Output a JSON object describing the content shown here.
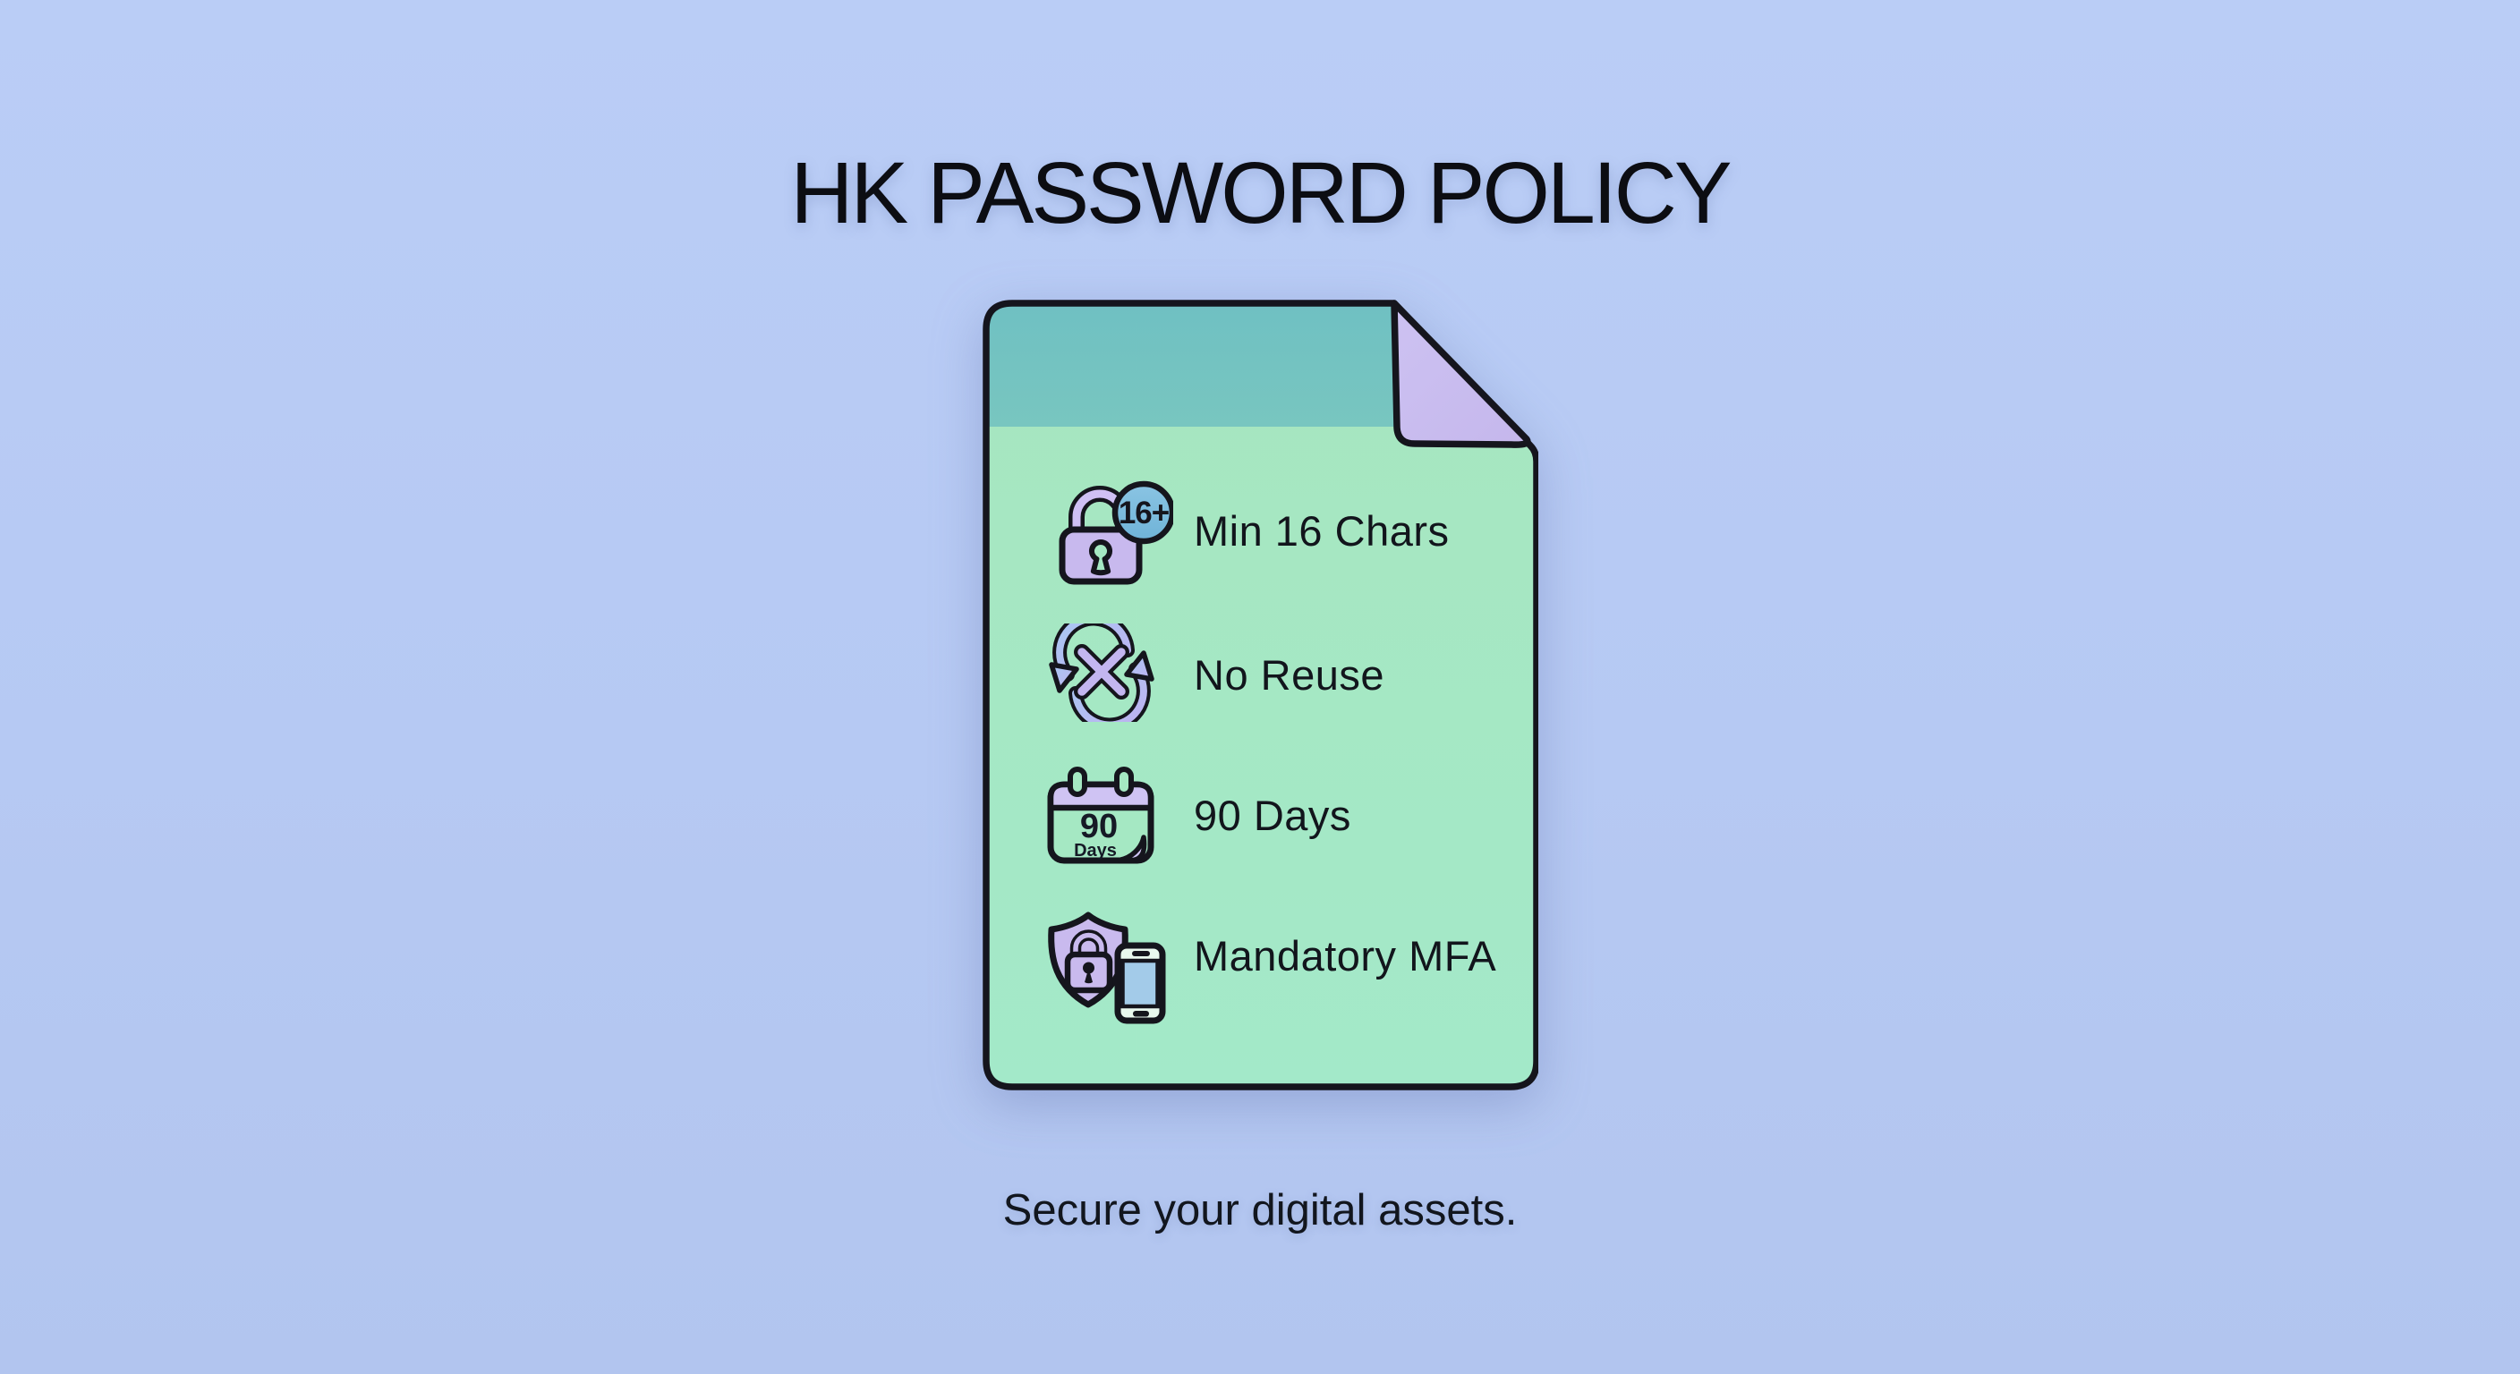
{
  "page": {
    "title": "HK PASSWORD POLICY",
    "caption": "Secure your digital assets.",
    "background_color": "#b7caf3"
  },
  "card": {
    "items": [
      {
        "icon": "lock-16plus-icon",
        "label": "Min 16 Chars",
        "badge_text": "16+"
      },
      {
        "icon": "no-reuse-icon",
        "label": "No Reuse"
      },
      {
        "icon": "calendar-90-days-icon",
        "label": "90 Days",
        "calendar_number": "90",
        "calendar_unit": "Days"
      },
      {
        "icon": "shield-mfa-phone-icon",
        "label": "Mandatory MFA"
      }
    ],
    "colors": {
      "header_teal": "#72c2c1",
      "body_green": "#a5e8c3",
      "fold_purple": "#c9bcef",
      "outline_ink": "#15151d",
      "icon_purple": "#c8b9ee",
      "badge_blue": "#7cbbdf",
      "arrow_blue_purple": "#aac7f3",
      "calendar_header_purple": "#cfc3f3",
      "phone_screen_blue": "#a3cbe9"
    }
  }
}
